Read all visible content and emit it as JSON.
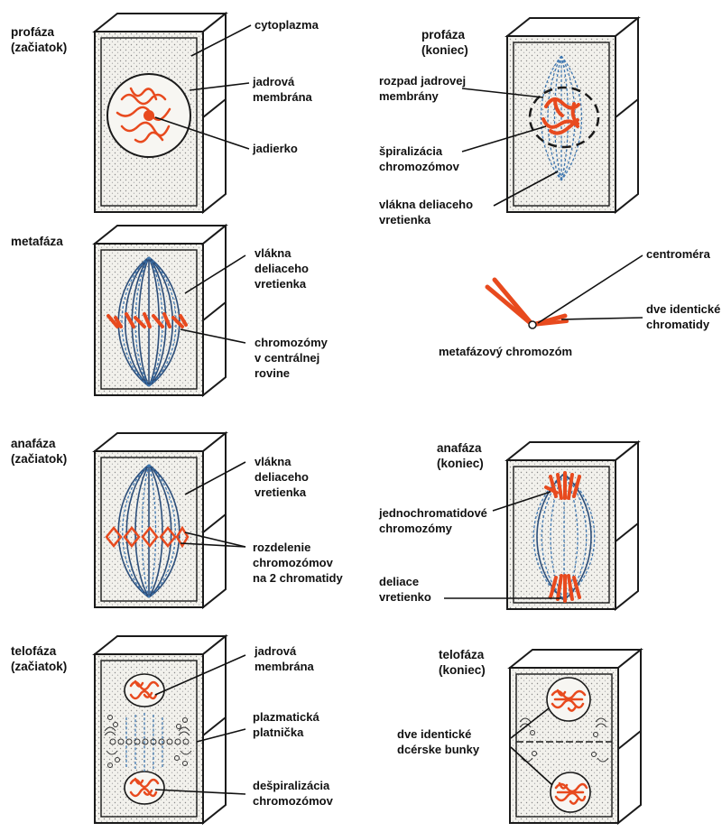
{
  "stages": {
    "prophase_start": "profáza\n(začiatok)",
    "prophase_end": "profáza\n(koniec)",
    "metaphase": "metafáza",
    "anaphase_start": "anafáza\n(začiatok)",
    "anaphase_end": "anafáza\n(koniec)",
    "telophase_start": "telofáza\n(začiatok)",
    "telophase_end": "telofáza\n(koniec)"
  },
  "labels": {
    "cytoplasm": "cytoplazma",
    "nuclear_membrane_1": "jadrová\nmembrána",
    "nucleolus": "jadierko",
    "nuclear_breakdown": "rozpad jadrovej\nmembrány",
    "chromosome_spiral": "špiralizácia\nchromozómov",
    "spindle_fibers_1": "vlákna deliaceho\nvretienka",
    "centromere": "centroméra",
    "identical_chromatids": "dve identické\nchromatidy",
    "metaphase_chromosome": "metafázový chromozóm",
    "spindle_fibers_2": "vlákna\ndeliaceho\nvretienka",
    "chromosomes_central": "chromozómy\nv centrálnej\nrovine",
    "spindle_fibers_3": "vlákna\ndeliaceho\nvretienka",
    "chromatid_split": "rozdelenie\nchromozómov\nna 2 chromatidy",
    "single_chromatid": "jednochromatidové\nchromozómy",
    "dividing_spindle": "deliace\nvretienko",
    "nuclear_membrane_2": "jadrová\nmembrána",
    "cell_plate": "plazmatická\nplatnička",
    "despiral": "dešpiralizácia\nchromozómov",
    "daughter_cells": "dve identické\ndcérske bunky"
  },
  "colors": {
    "chromosome": "#e84a1e",
    "spindle": "#3f77b0",
    "spindle_dark": "#2c4e7a",
    "cytoplasm_fill": "#eeede8",
    "outline": "#1a1a1a"
  }
}
